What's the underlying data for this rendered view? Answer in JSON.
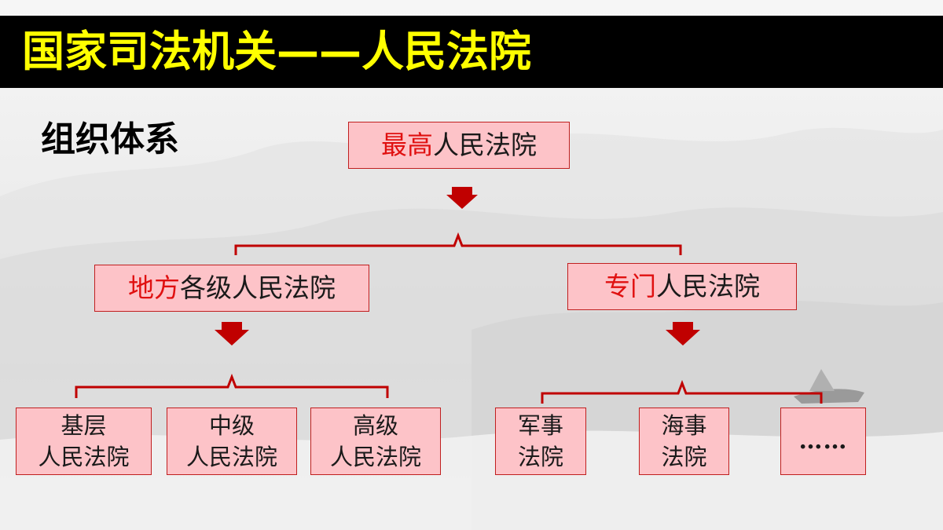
{
  "title": "国家司法机关——人民法院",
  "subtitle": "组织体系",
  "colors": {
    "box_fill": "#fdc3c8",
    "box_border": "#c01f1f",
    "highlight": "#e01010",
    "arrow": "#c00000",
    "title": "#ffff00"
  },
  "root": {
    "highlight": "最高",
    "rest": "人民法院"
  },
  "branches": [
    {
      "highlight": "地方",
      "rest": "各级人民法院",
      "children": [
        [
          "基层",
          "人民法院"
        ],
        [
          "中级",
          "人民法院"
        ],
        [
          "高级",
          "人民法院"
        ]
      ]
    },
    {
      "highlight": "专门",
      "rest": "人民法院",
      "children": [
        [
          "军事",
          "法院"
        ],
        [
          "海事",
          "法院"
        ],
        [
          "……"
        ]
      ]
    }
  ]
}
